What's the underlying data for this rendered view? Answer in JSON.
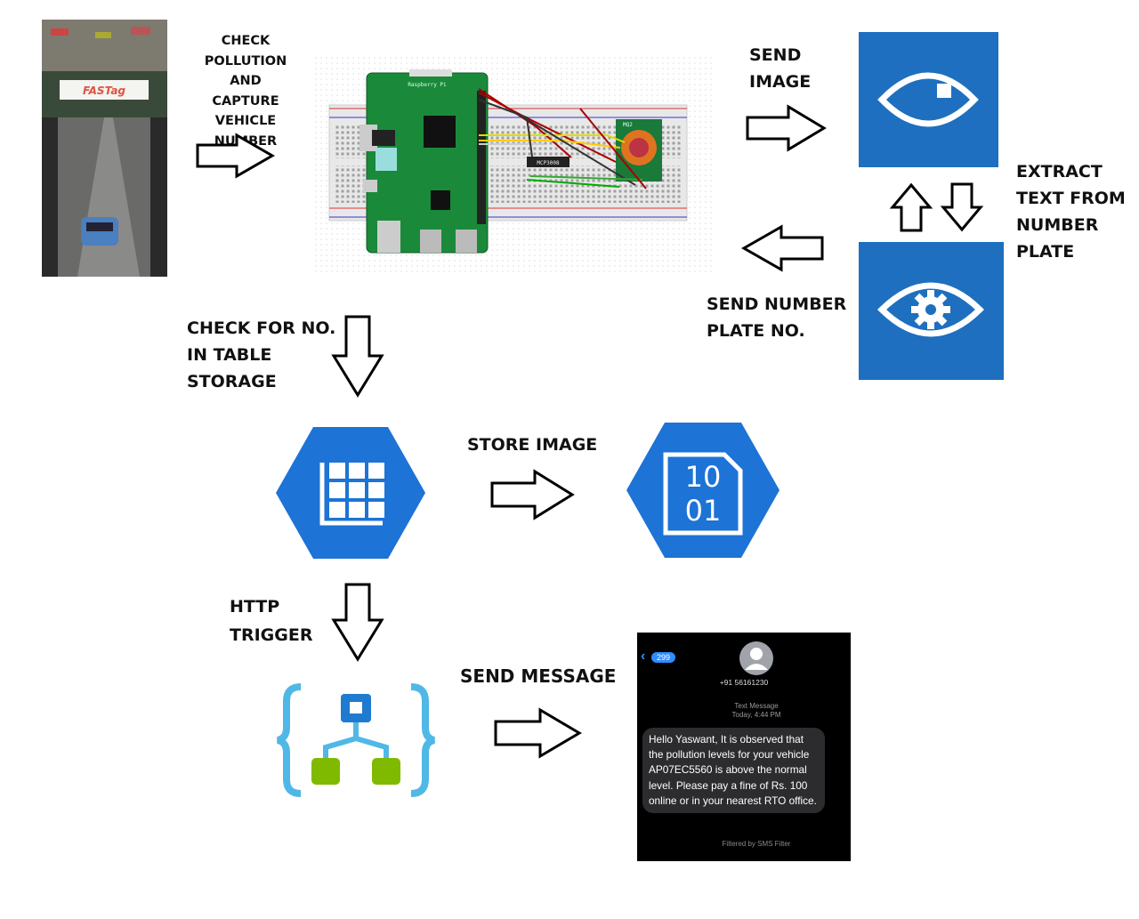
{
  "labels": {
    "check_pollution": "CHECK POLLUTION\nAND\nCAPTURE VEHICLE\nNUMBER",
    "send_image": "SEND\nIMAGE",
    "extract_text": "EXTRACT\nTEXT FROM\nNUMBER\nPLATE",
    "send_number_plate": "SEND NUMBER\nPLATE NO.",
    "check_table": "CHECK FOR NO.\nIN TABLE\nSTORAGE",
    "store_image": "STORE IMAGE",
    "http_trigger": "HTTP\nTRIGGER",
    "send_message": "SEND MESSAGE"
  },
  "toll": {
    "sign_text": "FASTag"
  },
  "breadboard": {
    "board_label": "Raspberry Pi",
    "chip_label": "MCP3008",
    "sensor_label": "MQ2"
  },
  "blob_icon": {
    "line1": "10",
    "line2": "01"
  },
  "sms": {
    "badge": "299",
    "phone_number": "+91 56161230",
    "header_line1": "Text Message",
    "header_line2": "Today, 4:44 PM",
    "message": "Hello Yaswant, It is observed that the pollution levels for your vehicle AP07EC5560 is above the normal level. Please pay a fine of Rs. 100 online or in your nearest RTO office.",
    "footer": "Filtered by SMS Filter"
  },
  "colors": {
    "azure_blue": "#1e6fbf",
    "hexagon_blue": "#1d73d6",
    "logic_app_blue": "#1e7bd0",
    "logic_app_green": "#7fba00",
    "bracket_cyan": "#50b8e6",
    "pi_green": "#1a8a3a",
    "sms_bubble": "#2c2c2e"
  }
}
